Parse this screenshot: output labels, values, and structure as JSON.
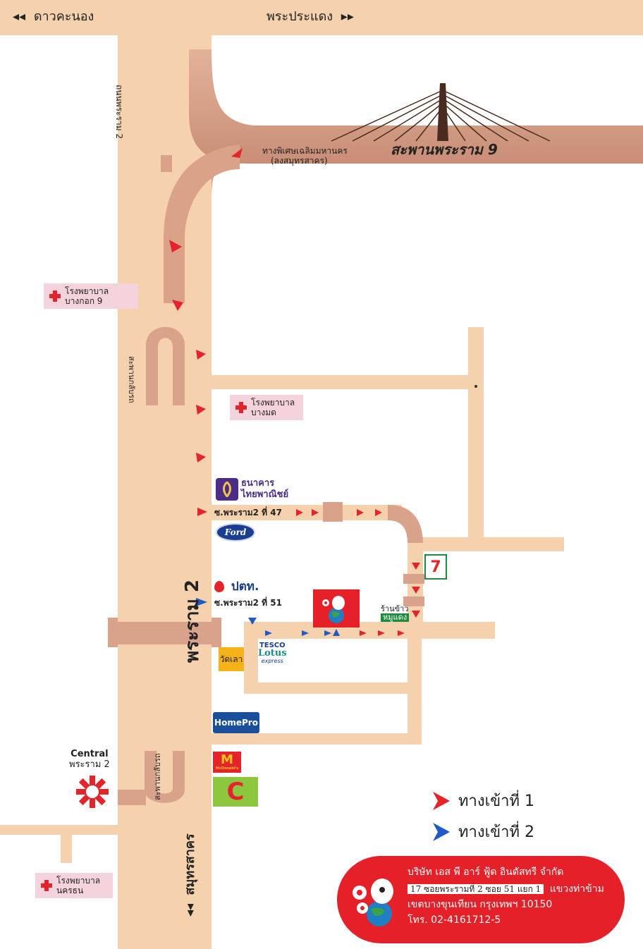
{
  "top_bar": {
    "left_label": "ดาวคะนอง",
    "left_arrows": "◂◂",
    "right_label": "พระประแดง",
    "right_arrows": "▸▸"
  },
  "roads": {
    "rama2_road": "ถนนพระราม 2",
    "rama2_big": "พระราม 2",
    "expressway_line1": "ทางพิเศษเฉลิมมหานคร",
    "expressway_line2": "(ลงสมุทรสาคร)",
    "rama9_bridge": "สะพานพระราม 9",
    "uturn_top": "สะพานกลับรถ",
    "uturn_bottom": "สะพานกลับรถ",
    "soi47": "ซ.พระราม2 ที่ 47",
    "soi51": "ซ.พระราม2 ที่ 51",
    "samut_sakhon": "สมุทรสาคร",
    "samut_arrows": "◂◂"
  },
  "hospitals": [
    {
      "line1": "โรงพยาบาล",
      "line2": "บางกอก 9"
    },
    {
      "line1": "โรงพยาบาล",
      "line2": "บางมด"
    },
    {
      "line1": "โรงพยาบาล",
      "line2": "นครธน"
    }
  ],
  "places": {
    "scb_line1": "ธนาคาร",
    "scb_line2": "ไทยพาณิชย์",
    "ford": "Ford",
    "ptt": "ปตท.",
    "seven_eleven": "7",
    "shop_line1": "ร้านข้าว",
    "shop_line2": "หมูแดง",
    "tesco_line1": "TESCO",
    "tesco_line2": "Lotus",
    "tesco_line3": "express",
    "wat": "วัดเลา",
    "homepro": "HomePro",
    "mcdonalds": "McDonald's",
    "central_line1": "Central",
    "central_line2": "พระราม 2",
    "big_c": "C"
  },
  "legend": {
    "entry1": "ทางเข้าที่ 1",
    "entry2": "ทางเข้าที่ 2"
  },
  "company": {
    "name": "บริษัท เอส พี อาร์ ฟู้ด อินดัสทรี จำกัด",
    "address_box": "17 ซอยพระรามที่ 2 ซอย 51 แยก 1",
    "address_rest": "แขวงท่าข้าม",
    "address_line2": "เขตบางขุนเทียน กรุงเทพฯ 10150",
    "phone": "โทร. 02-4161712-5"
  },
  "colors": {
    "road": "#f5d1ae",
    "expressway": "#d9a28a",
    "red_arrow": "#e4232b",
    "blue_arrow": "#1f5bc4",
    "company_bg": "#e62028"
  }
}
